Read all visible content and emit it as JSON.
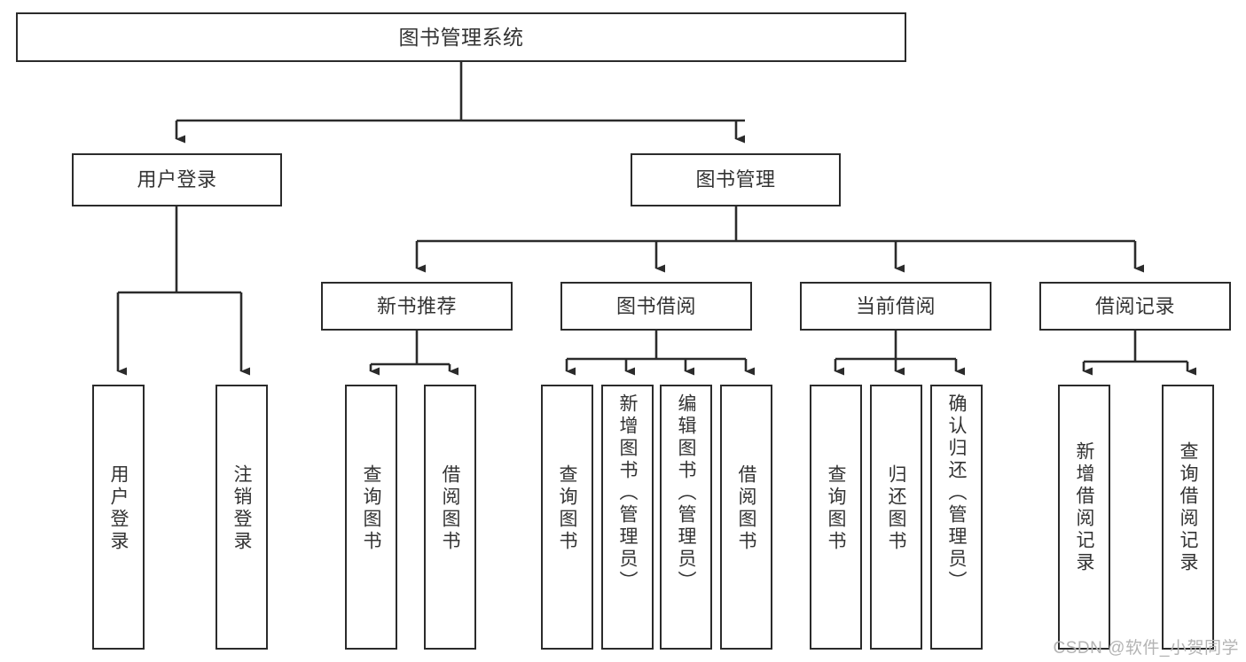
{
  "diagram": {
    "type": "tree-hierarchy",
    "title": "图书管理系统",
    "watermark": "CSDN @软件_小贺同学",
    "colors": {
      "stroke": "#2b2b2b",
      "box_fill": "#ffffff",
      "text": "#333333",
      "background": "#ffffff",
      "watermark": "#b4b4b4"
    },
    "nodes": {
      "root": {
        "label": "图书管理系统",
        "level": 1,
        "orientation": "horizontal"
      },
      "level2": [
        {
          "id": "user-login",
          "label": "用户登录",
          "orientation": "horizontal"
        },
        {
          "id": "book-manage",
          "label": "图书管理",
          "orientation": "horizontal"
        }
      ],
      "level3": [
        {
          "id": "new-book-recommend",
          "label": "新书推荐",
          "orientation": "horizontal",
          "parent": "book-manage"
        },
        {
          "id": "book-borrow",
          "label": "图书借阅",
          "orientation": "horizontal",
          "parent": "book-manage"
        },
        {
          "id": "current-borrow",
          "label": "当前借阅",
          "orientation": "horizontal",
          "parent": "book-manage"
        },
        {
          "id": "borrow-record",
          "label": "借阅记录",
          "orientation": "horizontal",
          "parent": "book-manage"
        }
      ],
      "leaves": [
        {
          "id": "leaf-user-login",
          "label": "用户登录",
          "parent": "user-login",
          "orientation": "vertical"
        },
        {
          "id": "leaf-user-logout",
          "label": "注销登录",
          "parent": "user-login",
          "orientation": "vertical"
        },
        {
          "id": "leaf-query-book-1",
          "label": "查询图书",
          "parent": "new-book-recommend",
          "orientation": "vertical"
        },
        {
          "id": "leaf-borrow-book-1",
          "label": "借阅图书",
          "parent": "new-book-recommend",
          "orientation": "vertical"
        },
        {
          "id": "leaf-query-book-2",
          "label": "查询图书",
          "parent": "book-borrow",
          "orientation": "vertical"
        },
        {
          "id": "leaf-add-book",
          "label": "新增图书（管理员）",
          "parent": "book-borrow",
          "orientation": "vertical"
        },
        {
          "id": "leaf-edit-book",
          "label": "编辑图书（管理员）",
          "parent": "book-borrow",
          "orientation": "vertical"
        },
        {
          "id": "leaf-borrow-book-2",
          "label": "借阅图书",
          "parent": "book-borrow",
          "orientation": "vertical"
        },
        {
          "id": "leaf-query-book-3",
          "label": "查询图书",
          "parent": "current-borrow",
          "orientation": "vertical"
        },
        {
          "id": "leaf-return-book",
          "label": "归还图书",
          "parent": "current-borrow",
          "orientation": "vertical"
        },
        {
          "id": "leaf-confirm-return",
          "label": "确认归还（管理员）",
          "parent": "current-borrow",
          "orientation": "vertical"
        },
        {
          "id": "leaf-add-record",
          "label": "新增借阅记录",
          "parent": "borrow-record",
          "orientation": "vertical"
        },
        {
          "id": "leaf-query-record",
          "label": "查询借阅记录",
          "parent": "borrow-record",
          "orientation": "vertical"
        }
      ]
    }
  }
}
